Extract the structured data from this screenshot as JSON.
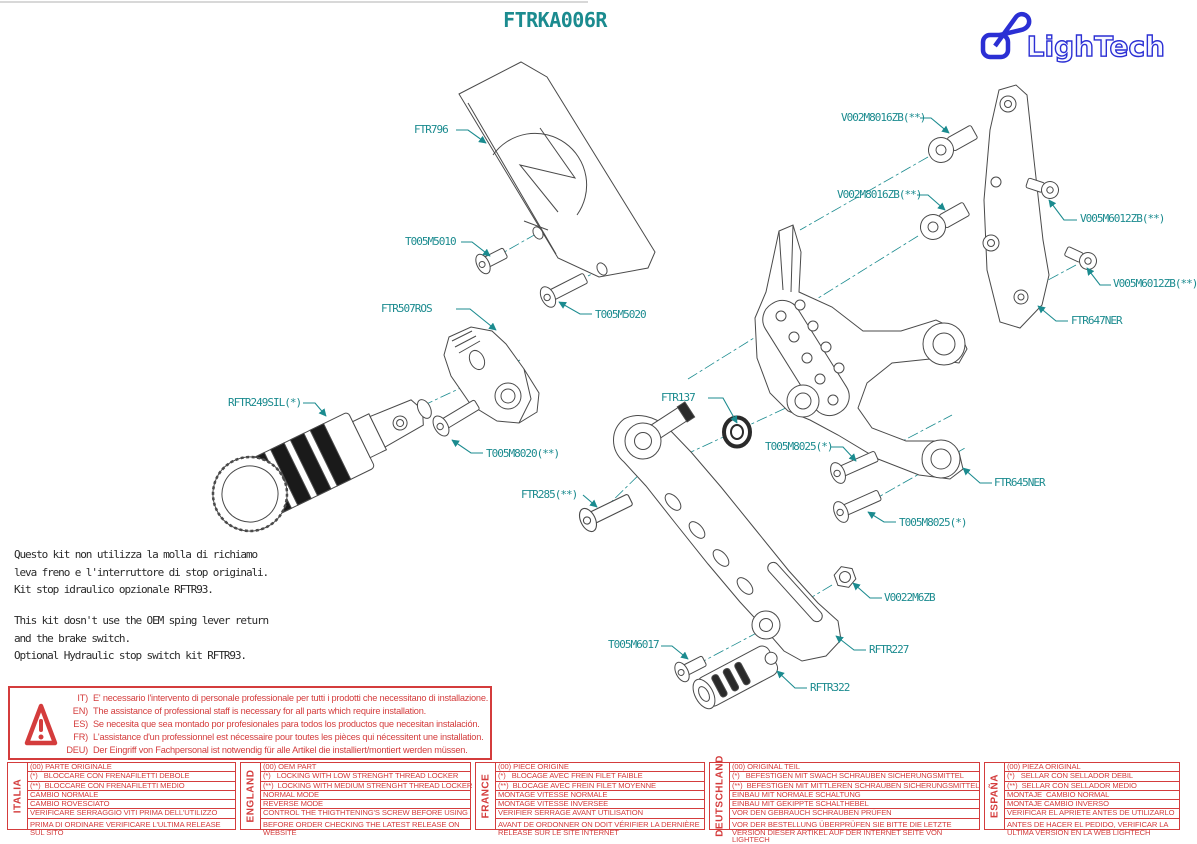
{
  "sheet": {
    "title": "FTRKA006R"
  },
  "logo": {
    "brand": "LighTech"
  },
  "colors": {
    "label_teal": "#1b8b8f",
    "warning_red": "#d43c3c",
    "logo_blue": "#2b2fd4",
    "line_gray": "#4a4a4a"
  },
  "parts": [
    {
      "label": "FTR796"
    },
    {
      "label": "T005M5010"
    },
    {
      "label": "T005M5020"
    },
    {
      "label": "FTR507ROS"
    },
    {
      "label": "RFTR249SIL(*)"
    },
    {
      "label": "T005M8020(**)"
    },
    {
      "label": "FTR285(**)"
    },
    {
      "label": "FTR137"
    },
    {
      "label": "T005M8025(*)"
    },
    {
      "label": "T005M8025(*)"
    },
    {
      "label": "V002M8016ZB(**)"
    },
    {
      "label": "V002M8016ZB(**)"
    },
    {
      "label": "V005M6012ZB(**)"
    },
    {
      "label": "V005M6012ZB(**)"
    },
    {
      "label": "FTR647NER"
    },
    {
      "label": "FTR645NER"
    },
    {
      "label": "V0022M6ZB"
    },
    {
      "label": "RFTR227"
    },
    {
      "label": "T005M6017"
    },
    {
      "label": "RFTR322"
    }
  ],
  "notes": {
    "italian": "Questo kit non utilizza la molla di richiamo\nleva freno e l'interruttore di stop originali.\nKit stop idraulico opzionale RFTR93.",
    "english": "This kit dosn't use the OEM sping lever return\nand the brake switch.\nOptional Hydraulic stop switch kit RFTR93."
  },
  "warning": {
    "lines": [
      {
        "code": "IT)",
        "text": "E' necessario l'intervento di personale professionale per tutti i prodotti che necessitano di installazione."
      },
      {
        "code": "EN)",
        "text": "The assistance of professional staff is necessary for all parts which require installation."
      },
      {
        "code": "ES)",
        "text": "Se necesita que sea montado por profesionales para todos los productos que necesitan instalación."
      },
      {
        "code": "FR)",
        "text": "L'assistance d'un professionnel est nécessaire pour toutes les pièces qui nécessitent une installation."
      },
      {
        "code": "DEU)",
        "text": "Der Eingriff von Fachpersonal ist notwendig  für alle Artikel die installiert/montiert werden müssen."
      }
    ]
  },
  "tables": [
    {
      "country": "ITALIA",
      "rows": [
        "(00) PARTE ORIGINALE",
        "(*)   BLOCCARE CON FRENAFILETTI DEBOLE",
        "(**)  BLOCCARE CON FRENAFILETTI MEDIO",
        "CAMBIO NORMALE",
        "CAMBIO ROVESCIATO",
        "VERIFICARE SERRAGGIO VITI PRIMA DELL'UTILIZZO"
      ],
      "note": "PRIMA DI ORDINARE VERIFICARE L'ULTIMA RELEASE SUL SITO"
    },
    {
      "country": "ENGLAND",
      "rows": [
        "(00) OEM PART",
        "(*)   LOCKING WITH LOW STRENGHT THREAD LOCKER",
        "(**)  LOCKING WITH MEDIUM STRENGHT THREAD LOCKER",
        "NORMAL MODE",
        "REVERSE MODE",
        "CONTROL THE THIGTHTENING'S SCREW BEFORE USING"
      ],
      "note": "BEFORE ORDER CHECKING THE LATEST RELEASE ON WEBSITE"
    },
    {
      "country": "FRANCE",
      "rows": [
        "(00) PIECE ORIGINE",
        "(*)   BLOCAGE AVEC FREIN FILET FAIBLE",
        "(**)  BLOCAGE AVEC FREIN FILET MOYENNE",
        "MONTAGE VITESSE NORMALE",
        "MONTAGE VITESSE INVERSEE",
        "VERIFIER SERRAGE AVANT UTILISATION"
      ],
      "note": "AVANT DE ORDONNER ON DOIT VÉRIFIER LA DERNIÈRE RELEASE SUR LE SITE INTERNET"
    },
    {
      "country": "DEUTSCHLAND",
      "rows": [
        "(00) ORIGINAL TEIL",
        "(*)   BEFESTIGEN MIT SWACH SCHRAUBEN SICHERUNGSMITTEL",
        "(**)  BEFESTIGEN MIT MITTLEREN SCHRAUBEN SICHERUNGSMITTEL",
        "EINBAU MIT NORMALE SCHALTUNG",
        "EINBAU MIT GEKIPPTE SCHALTHEBEL",
        "VOR DEN GEBRAUCH SCHRAUBEN PRÜFEN"
      ],
      "note": "VOR DER BESTELLUNG ÜBERPRÜFEN SIE BITTE DIE LETZTE VERSION DIESER ARTIKEL AUF DER INTERNET SEITE VON LIGHTECH"
    },
    {
      "country": "ESPAÑA",
      "rows": [
        "(00) PIEZA ORIGINAL",
        "(*)   SELLAR CON SELLADOR DEBIL",
        "(**)  SELLAR CON SELLADOR MEDIO",
        "MONTAJE  CAMBIO NORMAL",
        "MONTAJE CAMBIO INVERSO",
        "VERIFICAR EL APRIETE ANTES DE UTILIZARLO"
      ],
      "note": "ANTES DE HACER EL PEDIDO, VERIFICAR LA ULTIMA VERSION EN LA WEB LIGHTECH"
    }
  ]
}
